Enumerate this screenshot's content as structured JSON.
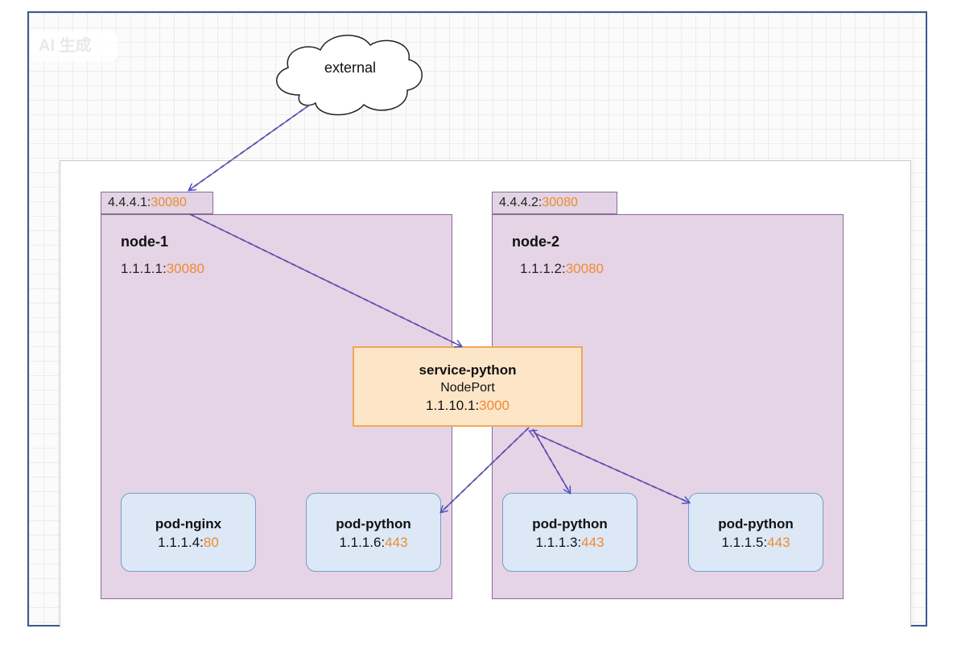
{
  "watermark": "AI 生成",
  "external": {
    "label": "external"
  },
  "nodes": [
    {
      "name": "node-1",
      "public_ip": "4.4.4.1:",
      "public_port": "30080",
      "internal_ip": "1.1.1.1:",
      "internal_port": "30080"
    },
    {
      "name": "node-2",
      "public_ip": "4.4.4.2:",
      "public_port": "30080",
      "internal_ip": "1.1.1.2:",
      "internal_port": "30080"
    }
  ],
  "service": {
    "name": "service-python",
    "type": "NodePort",
    "ip": "1.1.10.1:",
    "port": "3000"
  },
  "pods": [
    {
      "name": "pod-nginx",
      "ip": "1.1.1.4:",
      "port": "80"
    },
    {
      "name": "pod-python",
      "ip": "1.1.1.6:",
      "port": "443"
    },
    {
      "name": "pod-python",
      "ip": "1.1.1.3:",
      "port": "443"
    },
    {
      "name": "pod-python",
      "ip": "1.1.1.5:",
      "port": "443"
    }
  ],
  "colors": {
    "port": "#f08a30",
    "node_fill": "#e4d4e6",
    "node_border": "#8a6b94",
    "service_fill": "#fde5c8",
    "service_border": "#f0a855",
    "pod_fill": "#dce8f6",
    "pod_border": "#7a9cc8",
    "arrow_blue": "#4a52c8",
    "arrow_red": "#d04848"
  }
}
